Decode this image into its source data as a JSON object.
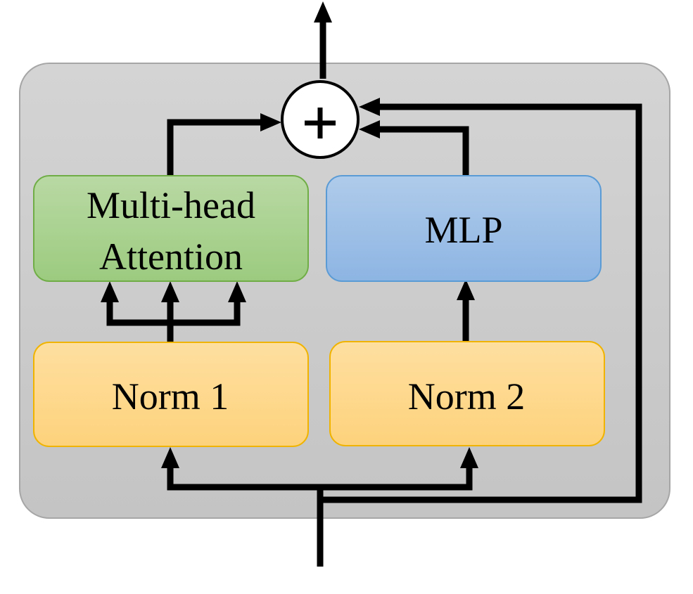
{
  "blocks": {
    "attention": {
      "line1": "Multi-head",
      "line2": "Attention"
    },
    "mlp": {
      "label": "MLP"
    },
    "norm1": {
      "label": "Norm 1"
    },
    "norm2": {
      "label": "Norm 2"
    },
    "add": {
      "label": "+"
    }
  },
  "colors": {
    "container": "#cccccc",
    "container_border": "#9a9a9a",
    "attention_fill": "#a9d08e",
    "attention_border": "#70ad47",
    "mlp_fill": "#9dc3e6",
    "mlp_border": "#5b9bd5",
    "norm_fill": "#fdd98b",
    "norm_border": "#f2b800",
    "arrow": "#000000"
  }
}
